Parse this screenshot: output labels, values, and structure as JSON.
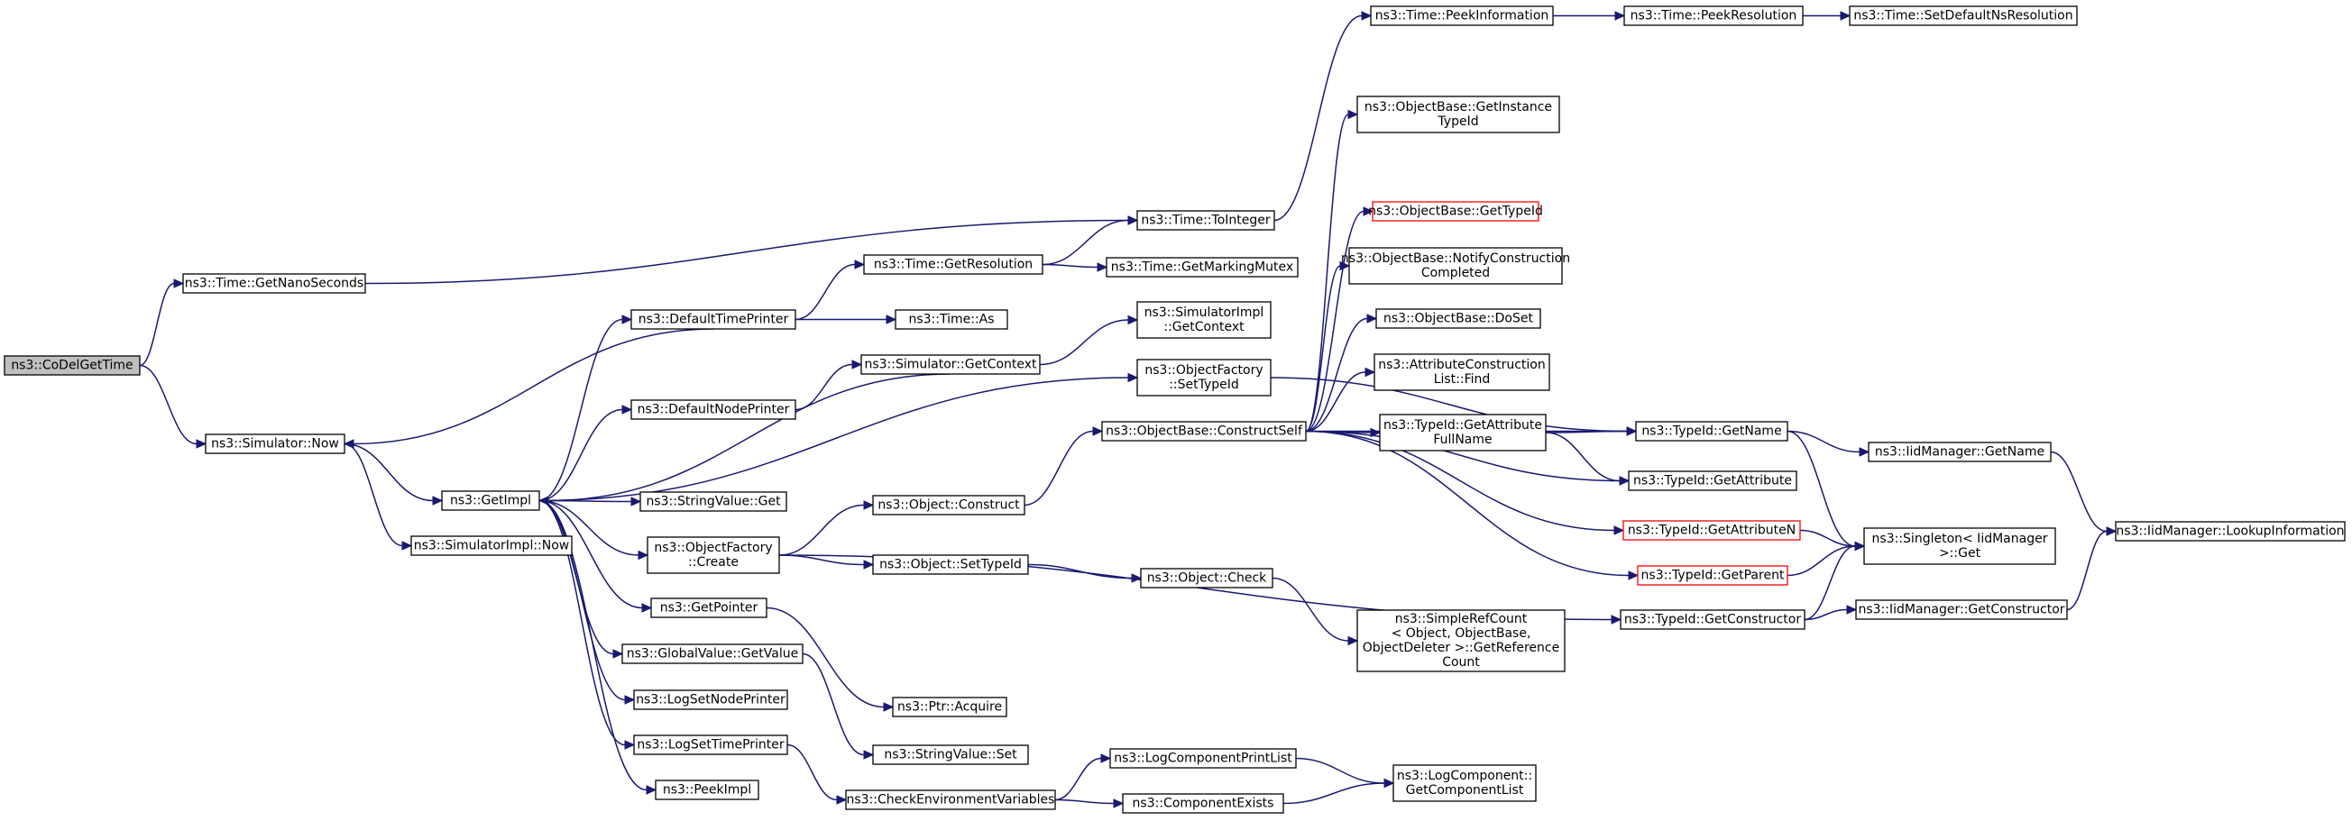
{
  "graph": {
    "direction": "left-to-right",
    "colors": {
      "edge": "#191970",
      "node_border": "#000000",
      "root_fill": "#bfbfbf",
      "highlight_border": "#ff0000"
    },
    "nodes": [
      {
        "id": "codelgettime",
        "lines": [
          "ns3::CoDelGetTime"
        ],
        "root": true
      },
      {
        "id": "time_getnanoseconds",
        "lines": [
          "ns3::Time::GetNanoSeconds"
        ]
      },
      {
        "id": "simulator_now",
        "lines": [
          "ns3::Simulator::Now"
        ]
      },
      {
        "id": "getimpl",
        "lines": [
          "ns3::GetImpl"
        ]
      },
      {
        "id": "simulatorimpl_now",
        "lines": [
          "ns3::SimulatorImpl::Now"
        ]
      },
      {
        "id": "defaulttimeprinter",
        "lines": [
          "ns3::DefaultTimePrinter"
        ]
      },
      {
        "id": "defaultnodeprinter",
        "lines": [
          "ns3::DefaultNodePrinter"
        ]
      },
      {
        "id": "stringvalue_get",
        "lines": [
          "ns3::StringValue::Get"
        ]
      },
      {
        "id": "objectfactory_create",
        "lines": [
          "ns3::ObjectFactory",
          "::Create"
        ]
      },
      {
        "id": "getpointer",
        "lines": [
          "ns3::GetPointer"
        ]
      },
      {
        "id": "globalvalue_getvalue",
        "lines": [
          "ns3::GlobalValue::GetValue"
        ]
      },
      {
        "id": "logsetnodeprinter",
        "lines": [
          "ns3::LogSetNodePrinter"
        ]
      },
      {
        "id": "logsettimeprinter",
        "lines": [
          "ns3::LogSetTimePrinter"
        ]
      },
      {
        "id": "peekimpl",
        "lines": [
          "ns3::PeekImpl"
        ]
      },
      {
        "id": "time_getresolution",
        "lines": [
          "ns3::Time::GetResolution"
        ]
      },
      {
        "id": "time_as",
        "lines": [
          "ns3::Time::As"
        ]
      },
      {
        "id": "simulator_getcontext",
        "lines": [
          "ns3::Simulator::GetContext"
        ]
      },
      {
        "id": "object_construct",
        "lines": [
          "ns3::Object::Construct"
        ]
      },
      {
        "id": "object_settypeid",
        "lines": [
          "ns3::Object::SetTypeId"
        ]
      },
      {
        "id": "ptr_acquire",
        "lines": [
          "ns3::Ptr::Acquire"
        ]
      },
      {
        "id": "stringvalue_set",
        "lines": [
          "ns3::StringValue::Set"
        ]
      },
      {
        "id": "checkenvironmentvariables",
        "lines": [
          "ns3::CheckEnvironmentVariables"
        ]
      },
      {
        "id": "time_tointeger",
        "lines": [
          "ns3::Time::ToInteger"
        ]
      },
      {
        "id": "time_getmarkingmutex",
        "lines": [
          "ns3::Time::GetMarkingMutex"
        ]
      },
      {
        "id": "simulatorimpl_getcontext",
        "lines": [
          "ns3::SimulatorImpl",
          "::GetContext"
        ]
      },
      {
        "id": "objectfactory_settypeid",
        "lines": [
          "ns3::ObjectFactory",
          "::SetTypeId"
        ]
      },
      {
        "id": "objectbase_constructself",
        "lines": [
          "ns3::ObjectBase::ConstructSelf"
        ]
      },
      {
        "id": "object_check",
        "lines": [
          "ns3::Object::Check"
        ]
      },
      {
        "id": "logcomponentprintlist",
        "lines": [
          "ns3::LogComponentPrintList"
        ]
      },
      {
        "id": "componentexists",
        "lines": [
          "ns3::ComponentExists"
        ]
      },
      {
        "id": "time_peekinformation",
        "lines": [
          "ns3::Time::PeekInformation"
        ]
      },
      {
        "id": "objectbase_getinstancetypeid",
        "lines": [
          "ns3::ObjectBase::GetInstance",
          "TypeId"
        ]
      },
      {
        "id": "objectbase_gettypeid",
        "lines": [
          "ns3::ObjectBase::GetTypeId"
        ],
        "highlight": true
      },
      {
        "id": "objectbase_notifyconstructioncompleted",
        "lines": [
          "ns3::ObjectBase::NotifyConstruction",
          "Completed"
        ]
      },
      {
        "id": "objectbase_doset",
        "lines": [
          "ns3::ObjectBase::DoSet"
        ]
      },
      {
        "id": "attributeconstructionlist_find",
        "lines": [
          "ns3::AttributeConstruction",
          "List::Find"
        ]
      },
      {
        "id": "typeid_getattributefullname",
        "lines": [
          "ns3::TypeId::GetAttribute",
          "FullName"
        ]
      },
      {
        "id": "simplerefcount_getreferencecount",
        "lines": [
          "ns3::SimpleRefCount",
          "< Object, ObjectBase,",
          "ObjectDeleter >::GetReference",
          "Count"
        ]
      },
      {
        "id": "logcomponent_getcomponentlist",
        "lines": [
          "ns3::LogComponent::",
          "GetComponentList"
        ]
      },
      {
        "id": "time_peekresolution",
        "lines": [
          "ns3::Time::PeekResolution"
        ]
      },
      {
        "id": "typeid_getname",
        "lines": [
          "ns3::TypeId::GetName"
        ]
      },
      {
        "id": "typeid_getattribute",
        "lines": [
          "ns3::TypeId::GetAttribute"
        ]
      },
      {
        "id": "typeid_getattributen",
        "lines": [
          "ns3::TypeId::GetAttributeN"
        ],
        "highlight": true
      },
      {
        "id": "typeid_getparent",
        "lines": [
          "ns3::TypeId::GetParent"
        ],
        "highlight": true
      },
      {
        "id": "typeid_getconstructor",
        "lines": [
          "ns3::TypeId::GetConstructor"
        ]
      },
      {
        "id": "time_setdefaultnsresolution",
        "lines": [
          "ns3::Time::SetDefaultNsResolution"
        ]
      },
      {
        "id": "iidmanager_getname",
        "lines": [
          "ns3::IidManager::GetName"
        ]
      },
      {
        "id": "singleton_get",
        "lines": [
          "ns3::Singleton< IidManager",
          " >::Get"
        ]
      },
      {
        "id": "iidmanager_getconstructor",
        "lines": [
          "ns3::IidManager::GetConstructor"
        ]
      },
      {
        "id": "iidmanager_lookupinformation",
        "lines": [
          "ns3::IidManager::LookupInformation"
        ]
      }
    ],
    "edges": [
      [
        "codelgettime",
        "time_getnanoseconds"
      ],
      [
        "codelgettime",
        "simulator_now"
      ],
      [
        "time_getnanoseconds",
        "time_tointeger"
      ],
      [
        "simulator_now",
        "getimpl"
      ],
      [
        "simulator_now",
        "simulatorimpl_now"
      ],
      [
        "getimpl",
        "defaulttimeprinter"
      ],
      [
        "getimpl",
        "defaultnodeprinter"
      ],
      [
        "getimpl",
        "stringvalue_get"
      ],
      [
        "getimpl",
        "objectfactory_create"
      ],
      [
        "getimpl",
        "getpointer"
      ],
      [
        "getimpl",
        "globalvalue_getvalue"
      ],
      [
        "getimpl",
        "logsetnodeprinter"
      ],
      [
        "getimpl",
        "logsettimeprinter"
      ],
      [
        "getimpl",
        "peekimpl"
      ],
      [
        "getimpl",
        "objectfactory_settypeid"
      ],
      [
        "defaulttimeprinter",
        "time_getresolution"
      ],
      [
        "defaulttimeprinter",
        "time_as"
      ],
      [
        "defaulttimeprinter",
        "simulator_now"
      ],
      [
        "simulator_getcontext",
        "getimpl"
      ],
      [
        "simulator_getcontext",
        "simulatorimpl_getcontext"
      ],
      [
        "defaultnodeprinter",
        "simulator_getcontext"
      ],
      [
        "time_getresolution",
        "time_tointeger"
      ],
      [
        "time_getresolution",
        "time_getmarkingmutex"
      ],
      [
        "objectfactory_create",
        "object_construct"
      ],
      [
        "objectfactory_create",
        "object_settypeid"
      ],
      [
        "objectfactory_create",
        "typeid_getconstructor"
      ],
      [
        "object_construct",
        "objectbase_constructself"
      ],
      [
        "object_settypeid",
        "object_check"
      ],
      [
        "getpointer",
        "ptr_acquire"
      ],
      [
        "globalvalue_getvalue",
        "stringvalue_set"
      ],
      [
        "logsettimeprinter",
        "checkenvironmentvariables"
      ],
      [
        "checkenvironmentvariables",
        "logcomponentprintlist"
      ],
      [
        "checkenvironmentvariables",
        "componentexists"
      ],
      [
        "logcomponentprintlist",
        "logcomponent_getcomponentlist"
      ],
      [
        "componentexists",
        "logcomponent_getcomponentlist"
      ],
      [
        "object_check",
        "simplerefcount_getreferencecount"
      ],
      [
        "time_tointeger",
        "time_peekinformation"
      ],
      [
        "time_peekinformation",
        "time_peekresolution"
      ],
      [
        "time_peekresolution",
        "time_setdefaultnsresolution"
      ],
      [
        "objectfactory_settypeid",
        "typeid_getname"
      ],
      [
        "objectbase_constructself",
        "objectbase_getinstancetypeid"
      ],
      [
        "objectbase_constructself",
        "objectbase_gettypeid"
      ],
      [
        "objectbase_constructself",
        "objectbase_notifyconstructioncompleted"
      ],
      [
        "objectbase_constructself",
        "objectbase_doset"
      ],
      [
        "objectbase_constructself",
        "attributeconstructionlist_find"
      ],
      [
        "objectbase_constructself",
        "typeid_getattributefullname"
      ],
      [
        "objectbase_constructself",
        "typeid_getname"
      ],
      [
        "objectbase_constructself",
        "typeid_getattribute"
      ],
      [
        "objectbase_constructself",
        "typeid_getattributen"
      ],
      [
        "objectbase_constructself",
        "typeid_getparent"
      ],
      [
        "typeid_getattributefullname",
        "typeid_getname"
      ],
      [
        "typeid_getattributefullname",
        "typeid_getattribute"
      ],
      [
        "typeid_getname",
        "iidmanager_getname"
      ],
      [
        "typeid_getname",
        "singleton_get"
      ],
      [
        "typeid_getattributen",
        "singleton_get"
      ],
      [
        "typeid_getparent",
        "singleton_get"
      ],
      [
        "typeid_getconstructor",
        "singleton_get"
      ],
      [
        "typeid_getconstructor",
        "iidmanager_getconstructor"
      ],
      [
        "iidmanager_getname",
        "iidmanager_lookupinformation"
      ],
      [
        "iidmanager_getconstructor",
        "iidmanager_lookupinformation"
      ]
    ]
  }
}
